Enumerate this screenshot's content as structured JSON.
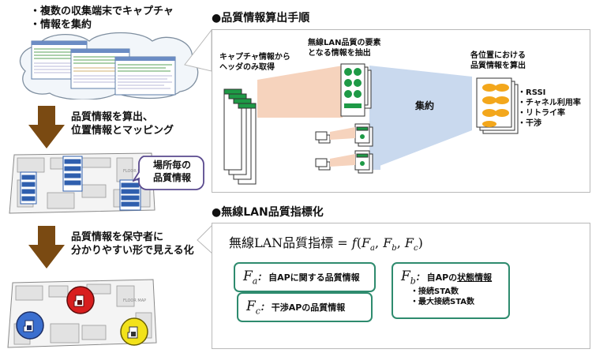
{
  "left": {
    "bullets": [
      "・複数の収集端末でキャプチャ",
      "・情報を集約"
    ],
    "step1": [
      "品質情報を算出、",
      "位置情報とマッピング"
    ],
    "callout": [
      "場所毎の",
      "品質情報"
    ],
    "step2": [
      "品質情報を保守者に",
      "分かりやすい形で見える化"
    ],
    "floor_map_label": "FLOOR MAP"
  },
  "procedure": {
    "heading": "●品質情報算出手順",
    "capture_label": [
      "キャプチャ情報から",
      "ヘッダのみ取得"
    ],
    "extract_label": [
      "無線LAN品質の要素",
      "となる情報を抽出"
    ],
    "aggregate_label": "集約",
    "compute_label": [
      "各位置における",
      "品質情報を算出"
    ],
    "metrics": [
      "・RSSI",
      "・チャネル利用率",
      "・リトライ率",
      "・干渉"
    ]
  },
  "index": {
    "heading": "●無線LAN品質指標化",
    "equation_prefix": "無線LAN品質指標 = ",
    "fa": {
      "symbol": "F",
      "sub": "a",
      "label": "自APに関する品質情報"
    },
    "fc": {
      "symbol": "F",
      "sub": "c",
      "label": "干渉APの品質情報"
    },
    "fb": {
      "symbol": "F",
      "sub": "b",
      "label_pre": "自APの",
      "label_em": "状態情報",
      "items": [
        "・接続STA数",
        "・最大接続STA数"
      ]
    }
  },
  "colors": {
    "arrow_brown": "#7a4a12",
    "green": "#1e9a46",
    "teal_border": "#2e8b6e",
    "blue_bar": "#2f5fae",
    "circle_blue": "#3b6fcf",
    "circle_red": "#d81e1e",
    "circle_yellow": "#f2e21a",
    "orange_dot": "#f3a71c",
    "flow_pink": "#f6d3bd",
    "flow_blue": "#c9d9ee"
  }
}
